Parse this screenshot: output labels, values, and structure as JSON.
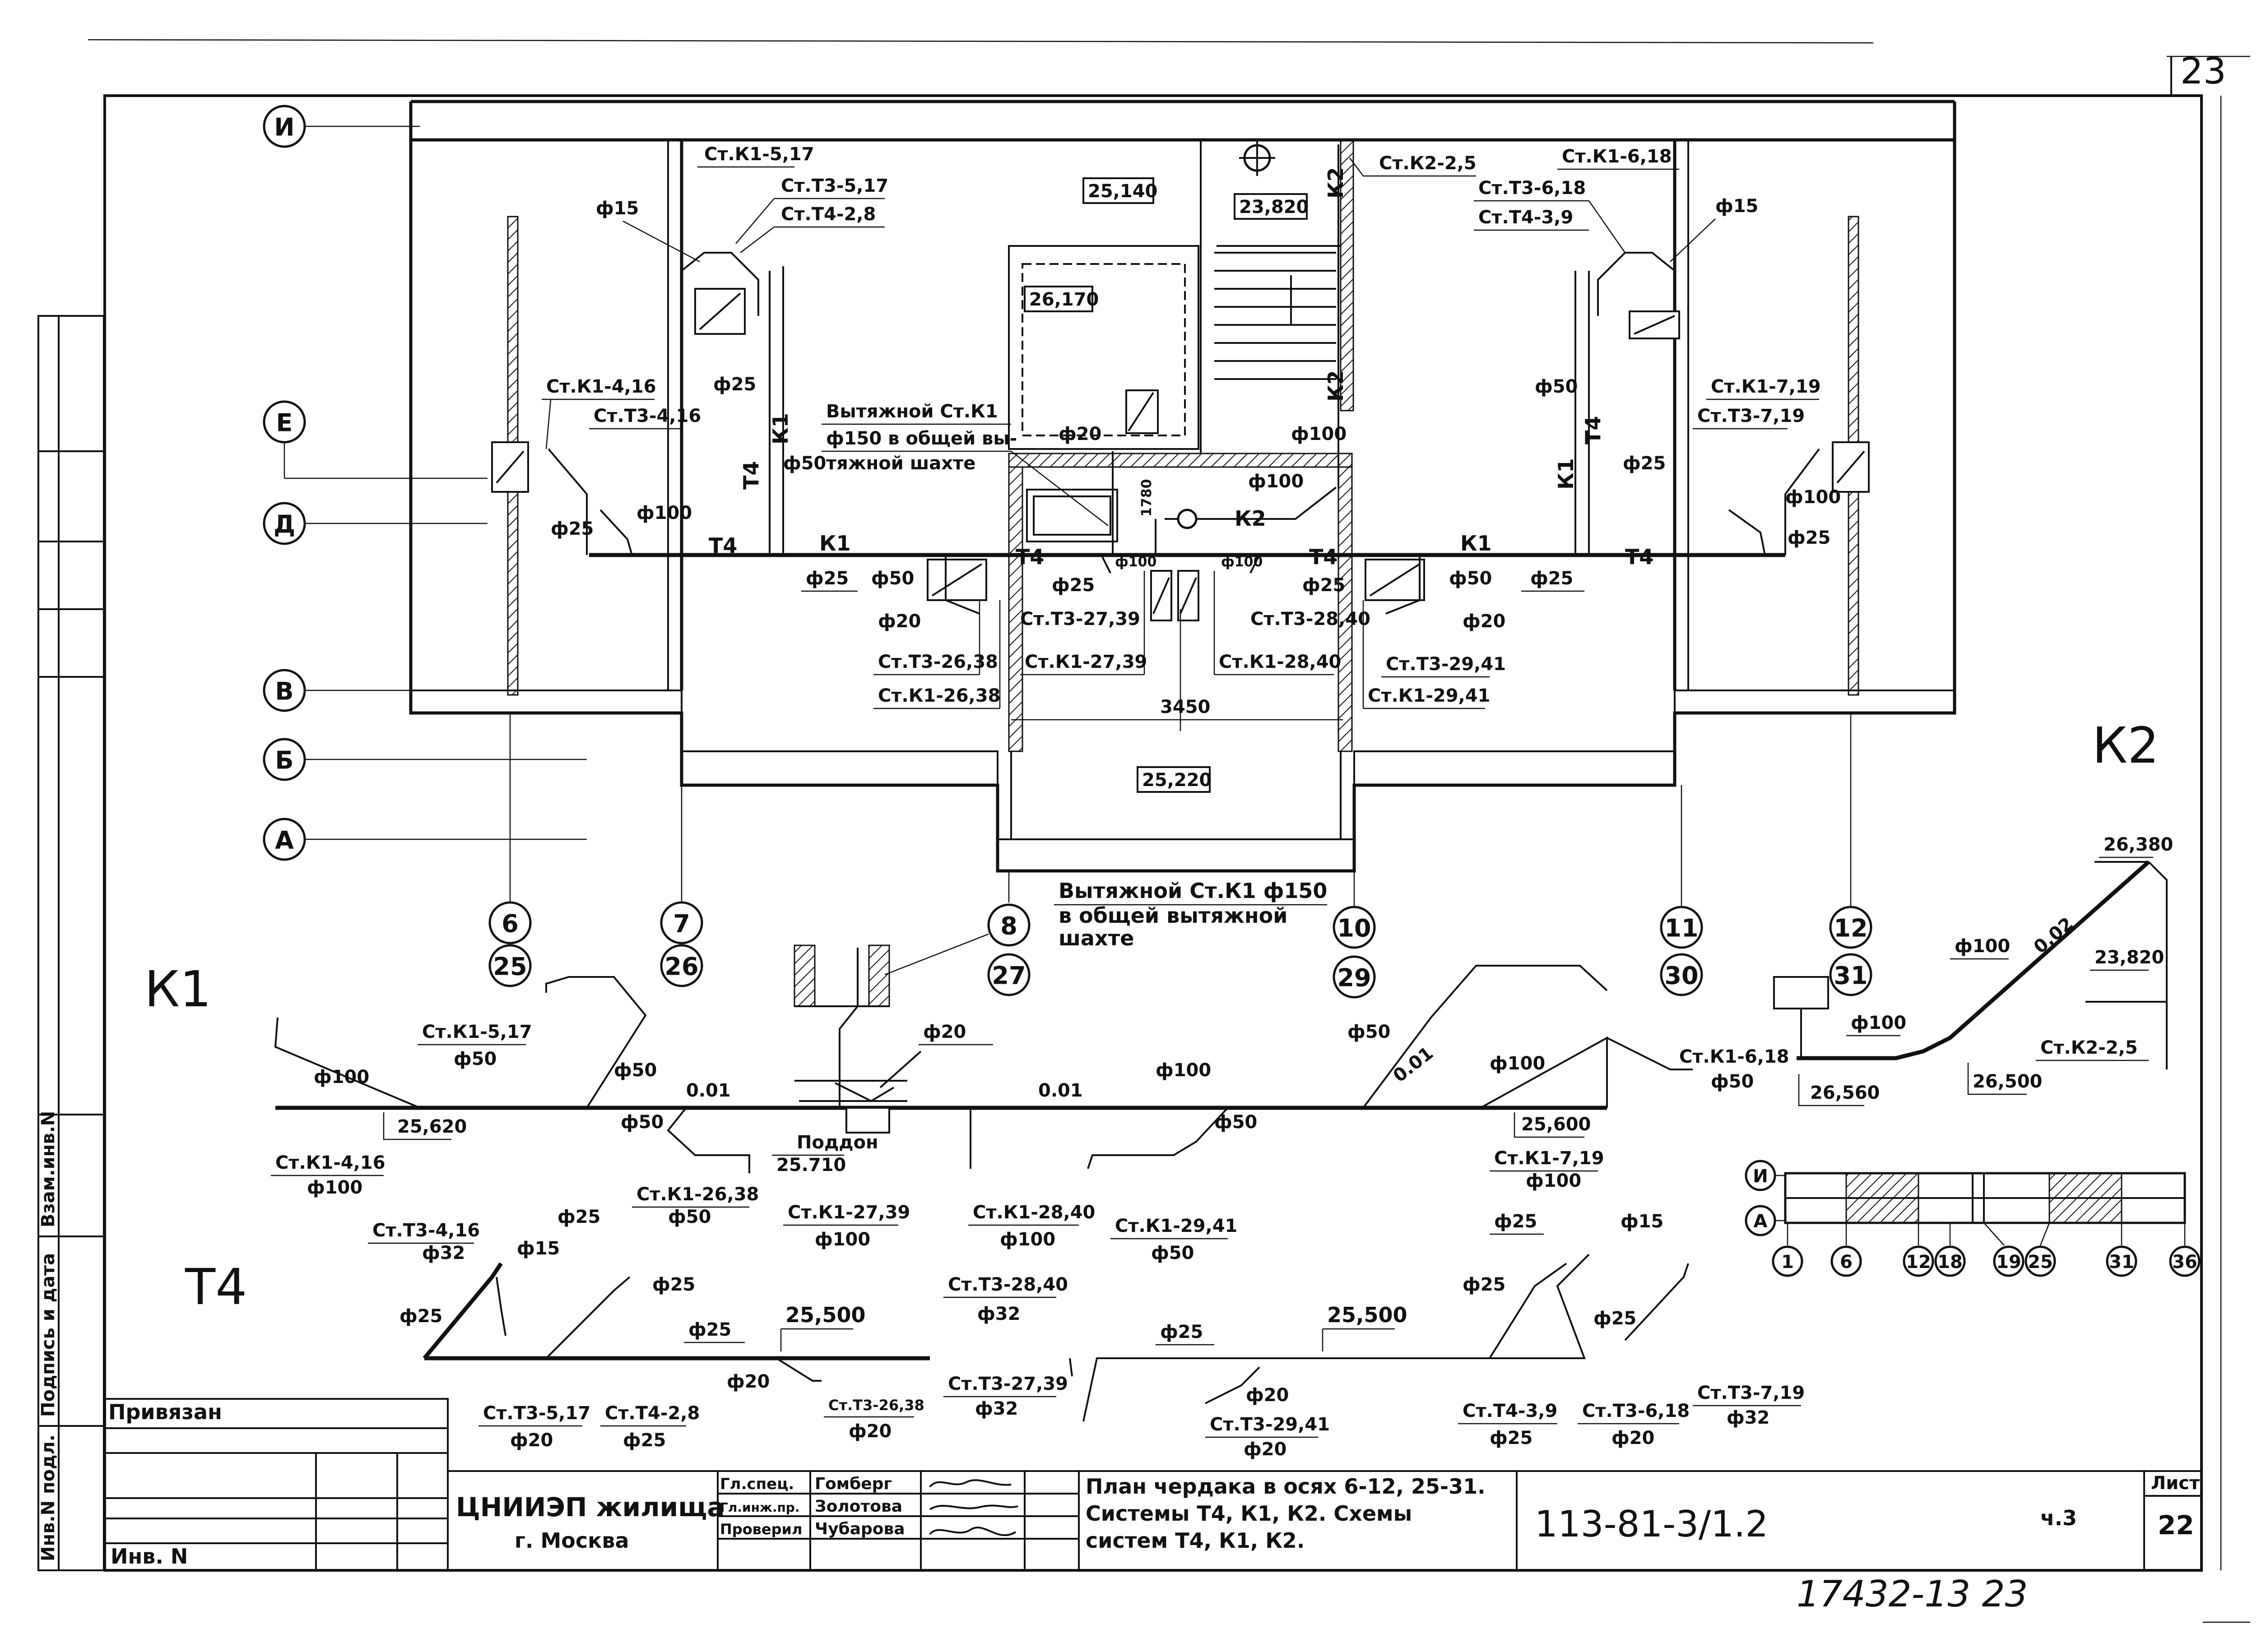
{
  "page_number": "23",
  "axes_top": [
    "И",
    "Е",
    "Д",
    "В",
    "Б",
    "А"
  ],
  "axes_bottom": [
    {
      "a": "6",
      "b": "25"
    },
    {
      "a": "7",
      "b": "26"
    },
    {
      "a": "8",
      "b": "27"
    },
    {
      "a": "10",
      "b": "29"
    },
    {
      "a": "11",
      "b": "30"
    },
    {
      "a": "12",
      "b": "31"
    }
  ],
  "plan": {
    "riser_labels": [
      "Ст.К1-5,17",
      "Ст.Т3-5,17",
      "Ст.Т4-2,8",
      "Ст.К2-2,5",
      "Ст.К1-6,18",
      "Ст.Т3-6,18",
      "Ст.Т4-3,9",
      "Ст.К1-4,16",
      "Ст.Т3-4,16",
      "Ст.К1-7,19",
      "Ст.Т3-7,19",
      "Ст.Т3-26,38",
      "Ст.К1-26,38",
      "Ст.Т3-27,39",
      "Ст.К1-27,39",
      "Ст.Т3-28,40",
      "Ст.К1-28,40",
      "Ст.Т3-29,41",
      "Ст.К1-29,41"
    ],
    "elevations": [
      "25,140",
      "23,820",
      "26,170",
      "25,220"
    ],
    "dimension": "3450",
    "dim_small": "1780",
    "exhaust_note": [
      "Вытяжной Ст.К1",
      "ф150 в общей вы-",
      "тяжной шахте"
    ],
    "diameters": [
      "ф15",
      "ф25",
      "ф50",
      "ф100",
      "ф20"
    ],
    "pipe_marks": [
      "Т4",
      "К1",
      "К2"
    ]
  },
  "k1_schema": {
    "title": "К1",
    "exhaust_note": [
      "Вытяжной Ст.К1 ф150",
      "в общей вытяжной",
      "шахте"
    ],
    "labels": [
      "Ст.К1-5,17",
      "ф50",
      "Ст.К1-4,16",
      "ф100",
      "25,620",
      "Ст.К1-26,38",
      "25.710",
      "Поддон",
      "Ст.К1-27,39",
      "0.01",
      "Ст.К1-28,40",
      "Ст.К1-29,41",
      "Ст.К1-7,19",
      "25,600",
      "Ст.К1-6,18",
      "ф20"
    ]
  },
  "k2_schema": {
    "title": "К2",
    "labels": [
      "26,380",
      "ф100",
      "0,02",
      "23,820",
      "Ст.К2-2,5",
      "26,560",
      "26,500"
    ]
  },
  "t4_schema": {
    "title": "Т4",
    "labels": [
      "Ст.Т3-4,16",
      "ф32",
      "ф25",
      "ф15",
      "25,500",
      "ф20",
      "Ст.Т3-5,17",
      "Ст.Т4-2,8",
      "Ст.Т3-26,38",
      "Ст.Т3-27,39",
      "Ст.Т3-28,40",
      "Ст.Т3-29,41",
      "Ст.Т4-3,9",
      "Ст.Т3-6,18",
      "Ст.Т3-7,19"
    ]
  },
  "key_plan": {
    "rows": [
      "И",
      "А"
    ],
    "cols": [
      "1",
      "6",
      "12",
      "18",
      "19",
      "25",
      "31",
      "36"
    ]
  },
  "side_stamp": [
    "Инв.N подл.",
    "Подпись и дата",
    "Взам.инв.N"
  ],
  "title_block": {
    "privyazan": "Привязан",
    "inv": "Инв. N",
    "org_line1": "ЦНИИЭП жилища",
    "org_line2": "г. Москва",
    "roles": [
      "Гл.спец.",
      "Гл.инж.пр.",
      "Проверил"
    ],
    "names": [
      "Гомберг",
      "Золотова",
      "Чубарова"
    ],
    "description": [
      "План чердака в осях 6-12, 25-31.",
      "Системы Т4, К1, К2. Схемы",
      "систем Т4, К1, К2."
    ],
    "doc_code": "113-81-3/1.2",
    "part": "ч.3",
    "sheet_label": "Лист",
    "sheet": "22"
  },
  "archive_number": "17432-13 23"
}
